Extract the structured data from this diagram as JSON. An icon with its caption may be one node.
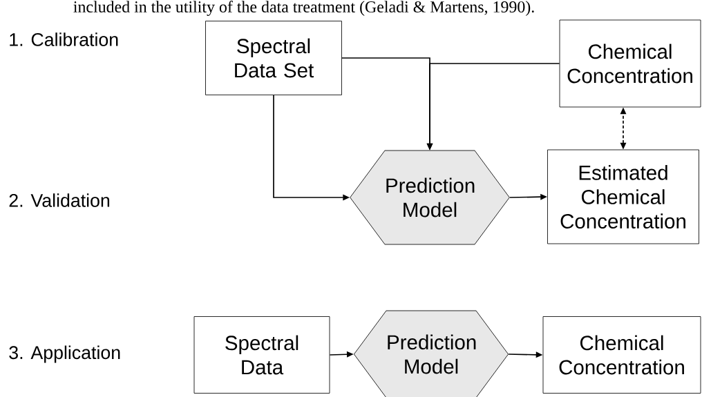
{
  "diagram": {
    "nodes": [
      {
        "text": [
          "Spectral Data Set"
        ]
      },
      {
        "text": [
          "Chemical Concentration"
        ]
      },
      {
        "text": [
          "Prediction Model"
        ]
      },
      {
        "text": [
          "Estimated Chemical Concentration"
        ]
      },
      {
        "text": [
          "Spectral Data"
        ]
      },
      {
        "text": [
          "Prediction Model"
        ]
      },
      {
        "text": [
          "Chemical Concentration"
        ]
      }
    ],
    "edges": [
      {
        "from": 0,
        "to": 2,
        "arrow": "to"
      },
      {
        "from": 0,
        "to": 2,
        "arrow": "to"
      },
      {
        "from": 1,
        "to": 2,
        "arrow": "to"
      },
      {
        "from": 2,
        "to": 3,
        "arrow": "to"
      },
      {
        "from": 3,
        "to": 1,
        "arrow": "both",
        "style": "dashed"
      },
      {
        "from": 4,
        "to": 5,
        "arrow": "to"
      },
      {
        "from": 5,
        "to": 6,
        "arrow": "to"
      }
    ],
    "labels": [
      "included in the utility of the data treatment (Geladi & Martens, 1990).",
      "1. Calibration",
      "2. Validation",
      "3. Application"
    ]
  }
}
